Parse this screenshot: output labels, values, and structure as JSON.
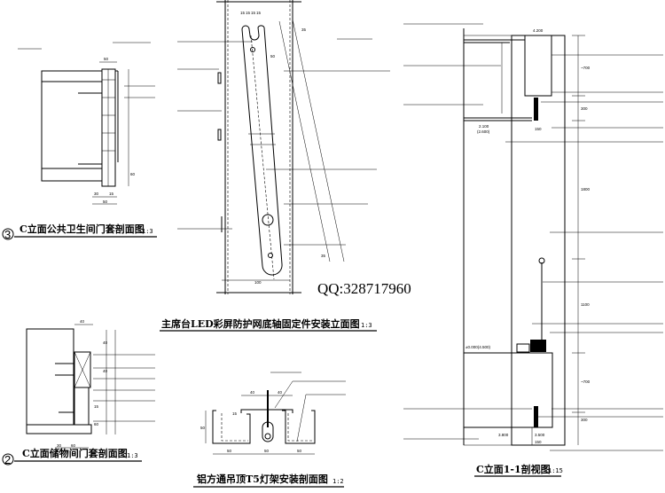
{
  "drawings": {
    "door_frame_wc": {
      "number": "3",
      "title": "C立面公共卫生间门套剖面图",
      "scale": "1:3",
      "dims": [
        "50",
        "30",
        "15",
        "50",
        "60"
      ]
    },
    "door_frame_storage": {
      "number": "2",
      "title": "C立面储物间门套剖面图",
      "scale": "1:3",
      "dims": [
        "40",
        "40",
        "30",
        "60",
        "15",
        "60",
        "40"
      ]
    },
    "led_screen_bracket": {
      "title": "主席台LED彩屏防护网底轴固定件安装立面图",
      "scale": "1:3",
      "dims": [
        "15",
        "15",
        "15",
        "15",
        "50",
        "100",
        "35",
        "35"
      ]
    },
    "t5_light_frame": {
      "title": "铝方通吊顶T5灯架安装剖面图",
      "scale": "1:2",
      "dims": [
        "40",
        "40",
        "50",
        "50",
        "50",
        "50",
        "15"
      ]
    },
    "section_1_1": {
      "title": "C立面1-1剖视图",
      "scale": "1:15",
      "dims": [
        "~700",
        "300",
        "1800",
        "1100",
        "~700",
        "300",
        "150",
        "150"
      ],
      "levels": [
        "4.200",
        "2.100",
        "(2.600)",
        "±0.000(4.500)",
        "3.800",
        "3.500"
      ]
    }
  },
  "watermark": "QQ:328717960"
}
